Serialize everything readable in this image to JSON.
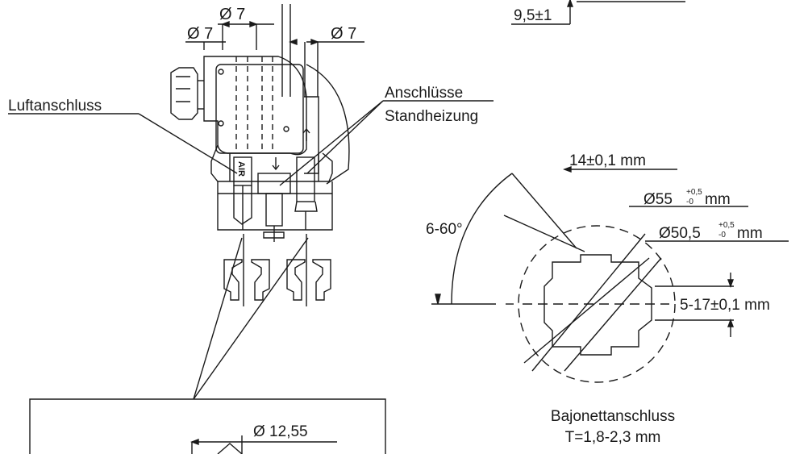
{
  "drawing": {
    "dim_top_center": "Ø 7",
    "dim_top_left": "Ø 7",
    "dim_top_right": "Ø 7",
    "dim_top_right_corner": "9,5±1",
    "label_luftanschluss": "Luftanschluss",
    "label_anschluesse": "Anschlüsse",
    "label_standheizung": "Standheizung",
    "label_air": "AIR",
    "bayonet": {
      "dim_width": "14±0,1 mm",
      "dim_d55": "Ø55",
      "dim_d55_tol_plus": "+0,5",
      "dim_d55_tol_minus": "-0",
      "dim_d55_unit": "mm",
      "dim_d50": "Ø50,5",
      "dim_d50_tol_plus": "+0,5",
      "dim_d50_tol_minus": "-0",
      "dim_d50_unit": "mm",
      "angle": "6-60°",
      "dim_5_17": "5-17±0,1 mm",
      "caption_title": "Bajonettanschluss",
      "caption_thickness": "T=1,8-2,3 mm"
    },
    "detail_box_dim": "Ø 12,55"
  }
}
